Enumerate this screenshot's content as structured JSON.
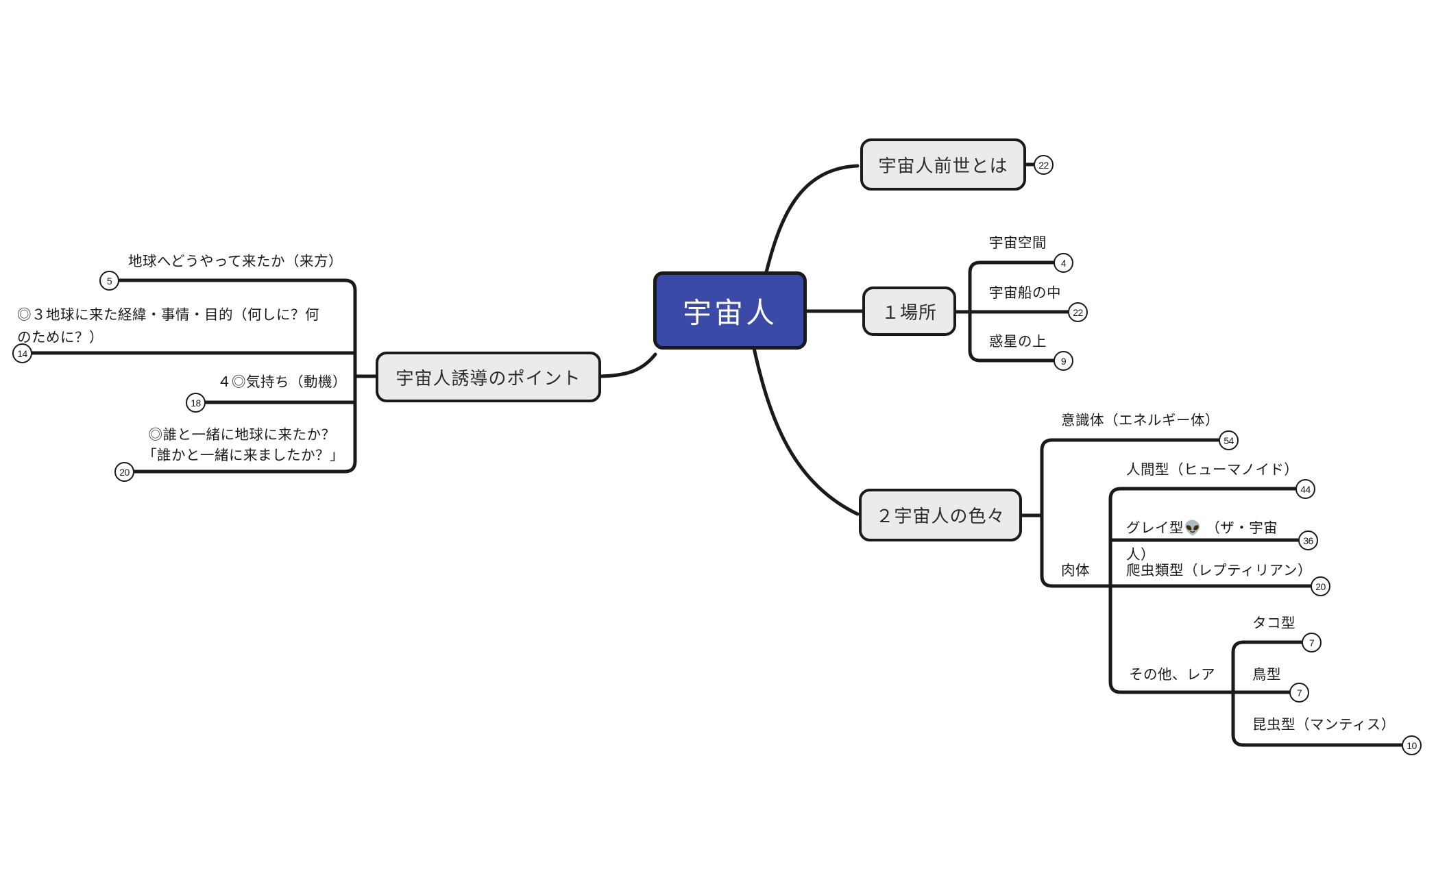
{
  "root": {
    "label": "宇宙人",
    "fill_color": "#3a4aa6",
    "text_color": "#ffffff"
  },
  "topics": {
    "zense": {
      "label": "宇宙人前世とは",
      "count": "22"
    },
    "basho": {
      "label": "１場所"
    },
    "iroiro": {
      "label": "２宇宙人の色々"
    },
    "yudo": {
      "label": "宇宙人誘導のポイント"
    }
  },
  "basho_children": {
    "kukan": {
      "label": "宇宙空間",
      "count": "4"
    },
    "fune": {
      "label": "宇宙船の中",
      "count": "22"
    },
    "wakusei": {
      "label": "惑星の上",
      "count": "9"
    }
  },
  "iroiro_children": {
    "ishikitai": {
      "label": "意識体（エネルギー体）",
      "count": "54"
    },
    "nikutai": {
      "label": "肉体"
    },
    "ningen": {
      "label": "人間型（ヒューマノイド）",
      "count": "44"
    },
    "gray": {
      "label": "グレイ型👽 （ザ・宇宙\n人）",
      "count": "36"
    },
    "hachu": {
      "label": "爬虫類型（レプティリアン）",
      "count": "20"
    },
    "sonota": {
      "label": "その他、レア"
    },
    "tako": {
      "label": "タコ型",
      "count": "7"
    },
    "tori": {
      "label": "鳥型",
      "count": "7"
    },
    "konchu": {
      "label": "昆虫型（マンティス）",
      "count": "10"
    }
  },
  "yudo_children": {
    "kikata": {
      "label": "地球へどうやって来たか（来方）",
      "count": "5"
    },
    "keii": {
      "label": "◎３地球に来た経緯・事情・目的（何しに？何\nのために？）",
      "count": "14"
    },
    "kimochi": {
      "label": "４◎気持ち（動機）",
      "count": "18"
    },
    "dareto": {
      "label": "◎誰と一緒に地球に来たか？\n「誰かと一緒に来ましたか？」",
      "count": "20"
    }
  }
}
